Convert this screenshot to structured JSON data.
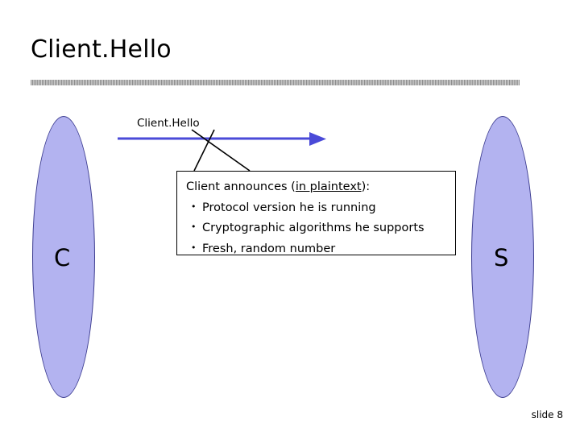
{
  "slide": {
    "title": "Client.Hello",
    "message_label": "Client.Hello",
    "left_node": "C",
    "right_node": "S",
    "slide_number": "slide 8",
    "callout": {
      "head_prefix": "Client announces (",
      "head_underlined": "in plaintext",
      "head_suffix": "):",
      "bullet_char": "•",
      "bullets": [
        "Protocol version he is running",
        "Cryptographic algorithms he supports",
        "Fresh, random number"
      ]
    },
    "colors": {
      "node_fill": "#b3b3f0",
      "node_stroke": "#3b3b8f",
      "arrow": "#4a4ad8",
      "text": "#000000"
    }
  }
}
